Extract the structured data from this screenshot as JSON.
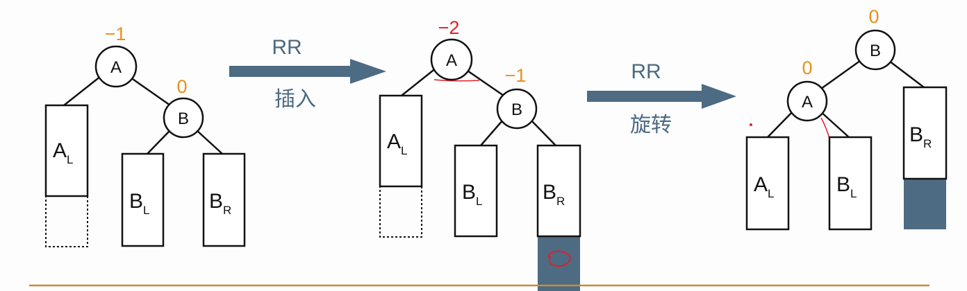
{
  "colors": {
    "accent_orange": "#e8901a",
    "critical_red": "#e0202a",
    "arrow_blue": "#4d6b82",
    "block_fill": "#4d6b82",
    "baseline": "#c98a3a"
  },
  "diagram1": {
    "node_a": "A",
    "node_b": "B",
    "bf_a": "−1",
    "bf_b": "0",
    "al": {
      "main": "A",
      "sub": "L"
    },
    "bl": {
      "main": "B",
      "sub": "L"
    },
    "br": {
      "main": "B",
      "sub": "R"
    }
  },
  "arrow1": {
    "top": "RR",
    "bottom": "插入"
  },
  "diagram2": {
    "node_a": "A",
    "node_b": "B",
    "bf_a": "−2",
    "bf_b": "−1",
    "al": {
      "main": "A",
      "sub": "L"
    },
    "bl": {
      "main": "B",
      "sub": "L"
    },
    "br": {
      "main": "B",
      "sub": "R"
    }
  },
  "arrow2": {
    "top": "RR",
    "bottom": "旋转"
  },
  "diagram3": {
    "node_a": "A",
    "node_b": "B",
    "bf_a": "0",
    "bf_b": "0",
    "al": {
      "main": "A",
      "sub": "L"
    },
    "bl": {
      "main": "B",
      "sub": "L"
    },
    "br": {
      "main": "B",
      "sub": "R"
    }
  }
}
